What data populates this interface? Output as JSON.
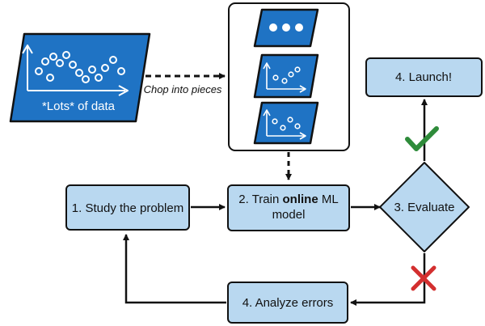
{
  "data_source": {
    "label": "*Lots* of data"
  },
  "chop_label": "Chop into pieces",
  "steps": {
    "study": "1. Study the problem",
    "train": {
      "prefix": "2. Train ",
      "bold": "online",
      "suffix": " ML",
      "line2": "model"
    },
    "evaluate": "3. Evaluate",
    "launch": "4. Launch!",
    "analyze": "4. Analyze errors"
  },
  "icons": {
    "pass": "checkmark-icon",
    "fail": "cross-icon"
  },
  "colors": {
    "data_fill": "#1f73c4",
    "box_fill": "#b9d8f0",
    "stroke": "#111111",
    "check": "#2e8b3a",
    "cross": "#d32f2f"
  }
}
